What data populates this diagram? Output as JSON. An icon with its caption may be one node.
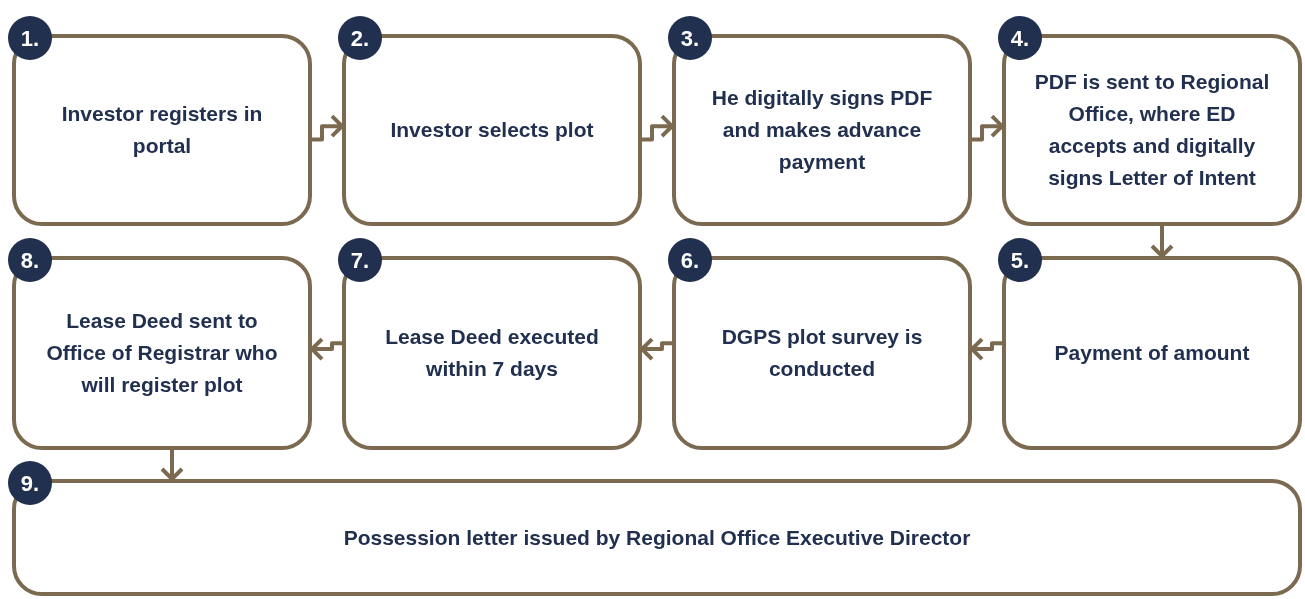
{
  "diagram": {
    "nodes": [
      {
        "text": [
          "1.",
          "Investor registers in portal"
        ]
      },
      {
        "text": [
          "2.",
          "Investor selects plot"
        ]
      },
      {
        "text": [
          "3.",
          "He digitally signs PDF and makes advance payment"
        ]
      },
      {
        "text": [
          "4.",
          "PDF is sent to Regional Office, where ED accepts and digitally signs Letter of Intent"
        ]
      },
      {
        "text": [
          "5.",
          "Payment of amount"
        ]
      },
      {
        "text": [
          "6.",
          "DGPS plot survey is conducted"
        ]
      },
      {
        "text": [
          "7.",
          "Lease Deed executed within 7 days"
        ]
      },
      {
        "text": [
          "8.",
          "Lease Deed sent to Office of Registrar who will register plot"
        ]
      },
      {
        "text": [
          "9.",
          "Possession letter issued by Regional Office Executive Director"
        ]
      }
    ],
    "edges": [
      {
        "from": 0,
        "to": 1,
        "arrow": "to"
      },
      {
        "from": 1,
        "to": 2,
        "arrow": "to"
      },
      {
        "from": 2,
        "to": 3,
        "arrow": "to"
      },
      {
        "from": 3,
        "to": 4,
        "arrow": "to"
      },
      {
        "from": 4,
        "to": 5,
        "arrow": "to"
      },
      {
        "from": 5,
        "to": 6,
        "arrow": "to"
      },
      {
        "from": 6,
        "to": 7,
        "arrow": "to"
      },
      {
        "from": 7,
        "to": 8,
        "arrow": "to"
      }
    ]
  }
}
